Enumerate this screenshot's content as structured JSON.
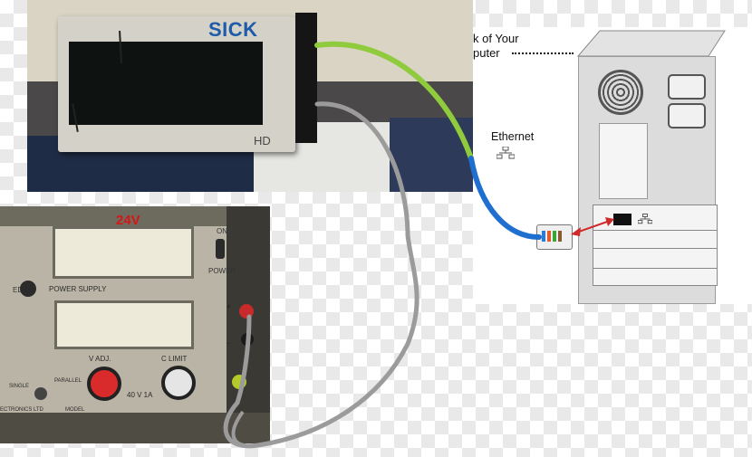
{
  "sick_device": {
    "brand": "SICK",
    "model": "HD"
  },
  "computer_diagram": {
    "callout_line1": "k of Your",
    "callout_line2": "puter",
    "ethernet_label": "Ethernet",
    "net_icon": "network-icon"
  },
  "power_supply": {
    "voltage_annotation": "24V",
    "on_label": "ON",
    "power_label": "POWER",
    "title_prefix": "ED",
    "title": "POWER SUPPLY",
    "v_adj_label": "V ADJ.",
    "c_limit_label": "C LIMIT",
    "single_label": "SINGLE",
    "parallel_label": "PARALLEL",
    "rating_label": "40 V 1A",
    "model_label": "MODEL",
    "maker_label": "ECTRONICS LTD",
    "terminal_plus": "+",
    "terminal_minus": "-"
  },
  "colors": {
    "sick_blue": "#1e5ba8",
    "voltage_red": "#d41616",
    "ethernet_green": "#8fcb3c",
    "ethernet_blue": "#1e6fd0",
    "gray_cable": "#9b9b9b",
    "arrow_red": "#d02a2a"
  }
}
